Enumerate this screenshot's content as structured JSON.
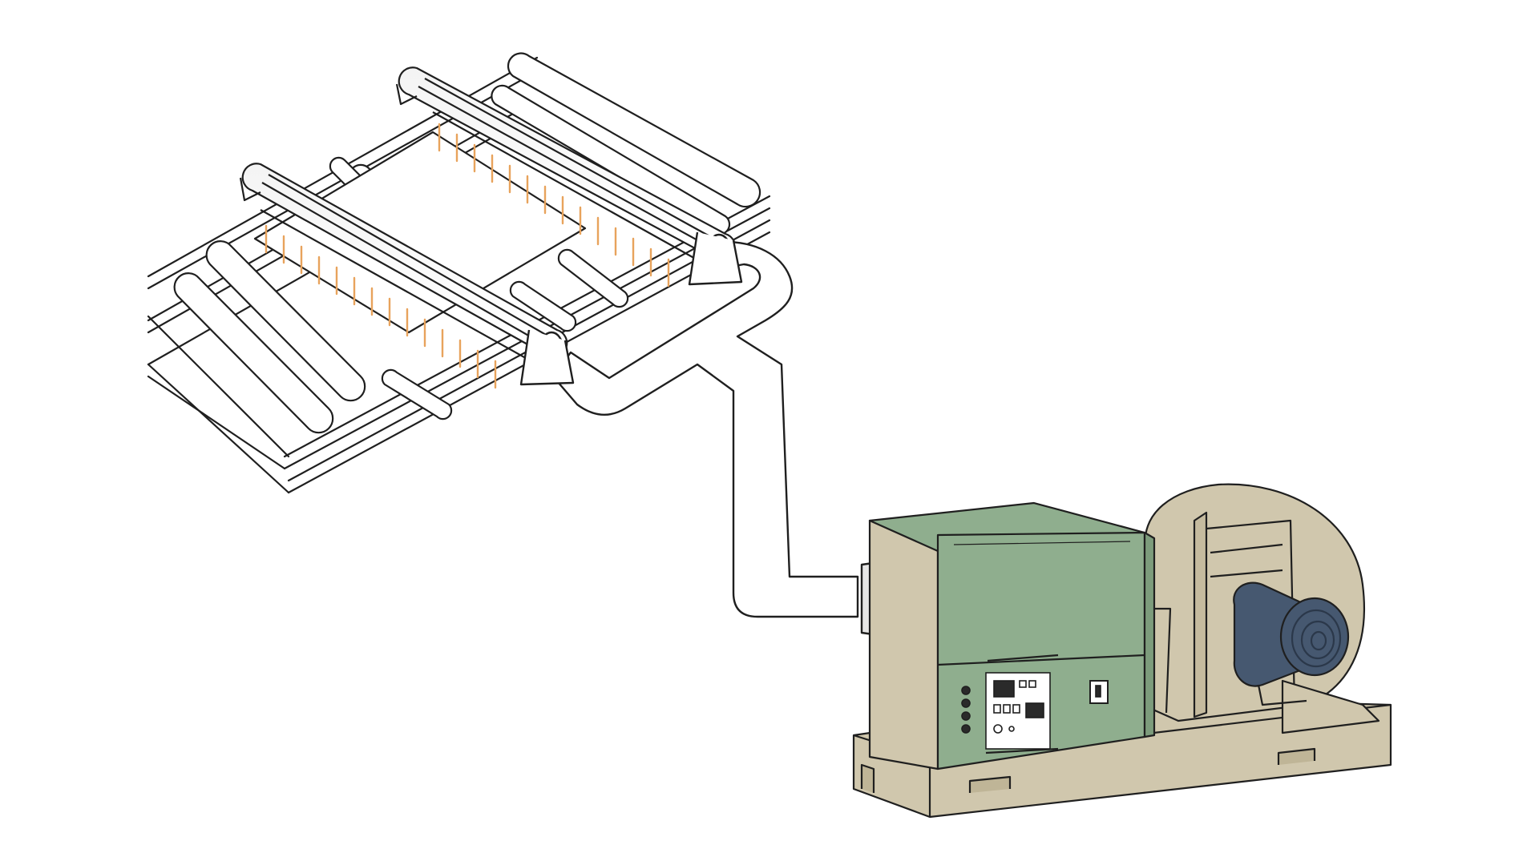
{
  "diagram": {
    "colors": {
      "background": "#ffffff",
      "outline": "#1f1f1f",
      "air_jet": "#e8a35c",
      "blower_housing": "#d0c7ad",
      "heater_cabinet": "#8fae8e",
      "motor": "#465870",
      "panel": "#ffffff",
      "display": "#2a2a2a"
    },
    "components": [
      {
        "name": "roller-conveyor"
      },
      {
        "name": "air-knife-front"
      },
      {
        "name": "air-knife-rear"
      },
      {
        "name": "air-duct"
      },
      {
        "name": "heater-cabinet"
      },
      {
        "name": "control-panel"
      },
      {
        "name": "blower"
      },
      {
        "name": "motor"
      },
      {
        "name": "base-skid"
      }
    ]
  }
}
